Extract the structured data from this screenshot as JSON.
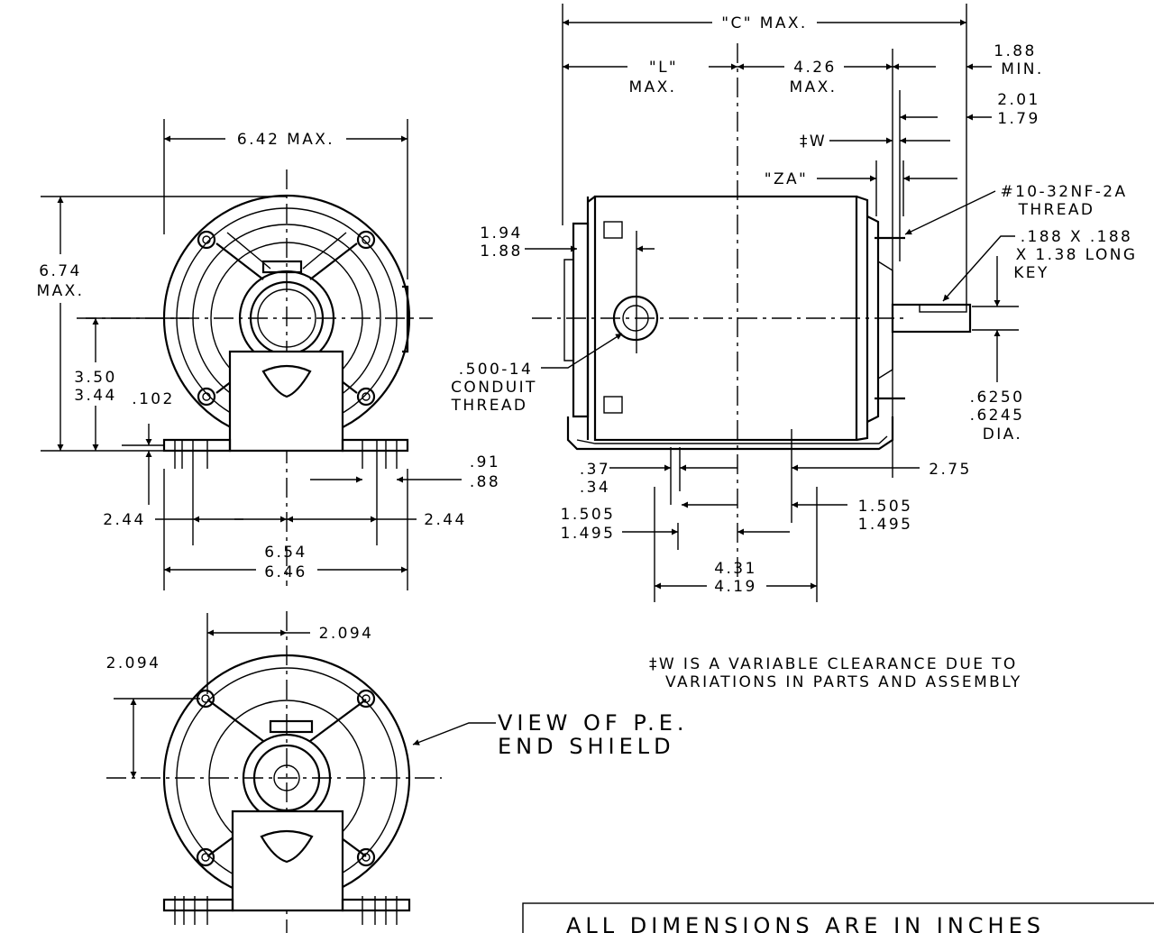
{
  "front_view": {
    "width_max": "6.42 MAX.",
    "height_max_1": "6.74",
    "height_max_2": "MAX.",
    "shaft_height_1": "3.50",
    "shaft_height_2": "3.44",
    "base_thickness": ".102",
    "left_bolt": "2.44",
    "right_bolt": "2.44",
    "base_width_1": "6.54",
    "base_width_2": "6.46",
    "slot_1": ".91",
    "slot_2": ".88"
  },
  "side_view": {
    "c_max": "\"C\" MAX.",
    "l_max_1": "\"L\"",
    "l_max_2": "MAX.",
    "d426_1": "4.26",
    "d426_2": "MAX.",
    "min_1": "1.88",
    "min_2": "MIN.",
    "shaft_ext_1": "2.01",
    "shaft_ext_2": "1.79",
    "w_label": "‡W",
    "za_label": "\"ZA\"",
    "thread_1": "#10-32NF-2A",
    "thread_2": "THREAD",
    "key_1": ".188 X .188",
    "key_2": "X 1.38 LONG",
    "key_3": "KEY",
    "shoulder_1": "1.94",
    "shoulder_2": "1.88",
    "conduit_1": ".500-14",
    "conduit_2": "CONDUIT",
    "conduit_3": "THREAD",
    "dia_1": ".6250",
    "dia_2": ".6245",
    "dia_3": "DIA.",
    "slot_1": ".37",
    "slot_2": ".34",
    "d275": "2.75",
    "hole_l_1": "1.505",
    "hole_l_2": "1.495",
    "hole_r_1": "1.505",
    "hole_r_2": "1.495",
    "spacing_1": "4.31",
    "spacing_2": "4.19"
  },
  "end_view": {
    "horiz": "2.094",
    "vert": "2.094",
    "caption_1": "VIEW OF P.E.",
    "caption_2": "END SHIELD"
  },
  "notes": {
    "note_1": "‡W IS A VARIABLE CLEARANCE DUE TO",
    "note_2": "VARIATIONS IN PARTS AND ASSEMBLY",
    "units": "ALL DIMENSIONS ARE IN INCHES"
  }
}
